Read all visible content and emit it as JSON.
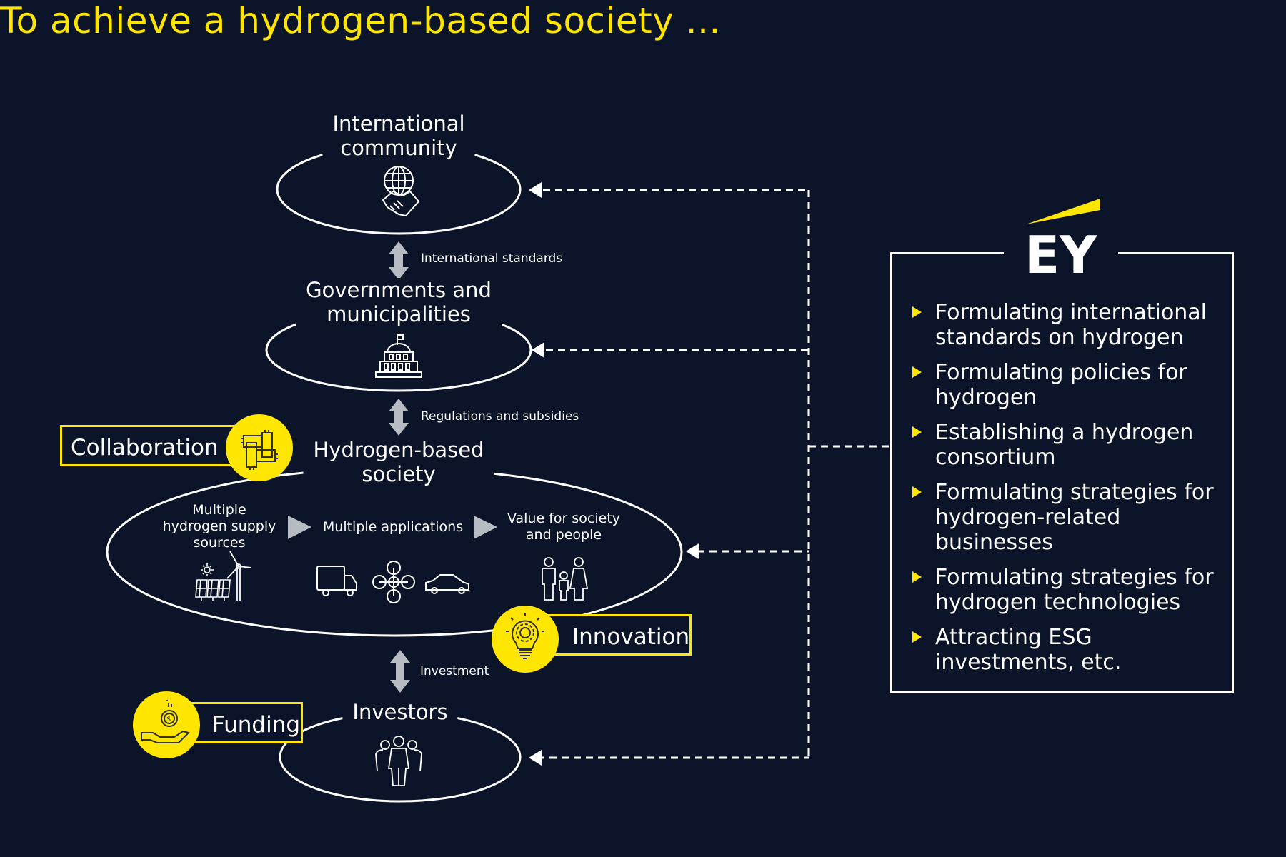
{
  "title": "To achieve a hydrogen-based society ...",
  "colors": {
    "background": "#0b1428",
    "accent": "#ffe600",
    "line": "#ffffff",
    "arrow_gray": "#b7bcc2"
  },
  "nodes": [
    {
      "id": "international",
      "label": "International\ncommunity",
      "icon": "globe-handshake-icon"
    },
    {
      "id": "governments",
      "label": "Governments and\nmunicipalities",
      "icon": "government-building-icon"
    },
    {
      "id": "society",
      "label": "Hydrogen-based\nsociety",
      "icon": ""
    },
    {
      "id": "investors",
      "label": "Investors",
      "icon": "investors-group-icon"
    }
  ],
  "relations": [
    {
      "label": "International standards"
    },
    {
      "label": "Regulations and subsidies"
    },
    {
      "label": "Investment"
    }
  ],
  "society_flow": [
    {
      "label": "Multiple\nhydrogen supply\nsources",
      "icons": [
        "solar-panel-icon",
        "wind-turbine-icon"
      ]
    },
    {
      "label": "Multiple applications",
      "icons": [
        "truck-icon",
        "drone-icon",
        "car-icon"
      ]
    },
    {
      "label": "Value for society\nand people",
      "icons": [
        "family-icon"
      ]
    }
  ],
  "tags": [
    {
      "label": "Collaboration",
      "icon": "joined-hands-icon"
    },
    {
      "label": "Innovation",
      "icon": "lightbulb-gear-icon"
    },
    {
      "label": "Funding",
      "icon": "hand-coin-icon"
    }
  ],
  "ey_panel": {
    "logo_text": "EY",
    "items": [
      "Formulating international standards on hydrogen",
      "Formulating policies for hydrogen",
      "Establishing a hydrogen consortium",
      "Formulating strategies for hydrogen-related businesses",
      "Formulating strategies for hydrogen technologies",
      "Attracting ESG investments, etc."
    ]
  }
}
